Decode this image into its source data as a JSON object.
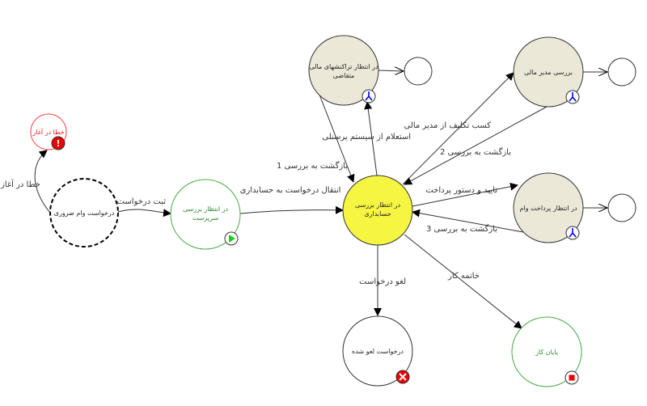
{
  "nodes": {
    "start_error": "خطا در آغاز",
    "start": "درخواست وام ضروری",
    "manager_review": [
      "در انتظار بررسی",
      "سرپرست"
    ],
    "accounting_review": [
      "در انتظار بررسی",
      "حسابداری"
    ],
    "waiting_transactions": [
      "در انتظار تراکنشهای مالی",
      "متقاضی"
    ],
    "finance_manager_review": "بررسی مدیر مالی",
    "waiting_payment": "در انتظار پرداخت وام",
    "cancelled": "درخواست لغو شده",
    "end": "پایان کار"
  },
  "edges": {
    "start_error": "خطا در آغاز",
    "submit": "ثبت درخواست",
    "to_accounting": "انتقال درخواست به حسابداری",
    "back_1": "بازگشت به بررسی 1",
    "inquiry": "استعلام از سیستم پرسنلی",
    "ask_finance": "کسب تکلیف از مدیر مالی",
    "back_2": "بازگشت به بررسی 2",
    "approve_pay": "تایید و دستور پرداخت",
    "back_3": "بازگشت به بررسی 3",
    "cancel": "لغو درخواست",
    "finish": "خاتمه کار"
  },
  "colors": {
    "error": "#ff3333",
    "active": "#44aa44",
    "current": "#f5f542",
    "pending": "#ebe8d8"
  }
}
